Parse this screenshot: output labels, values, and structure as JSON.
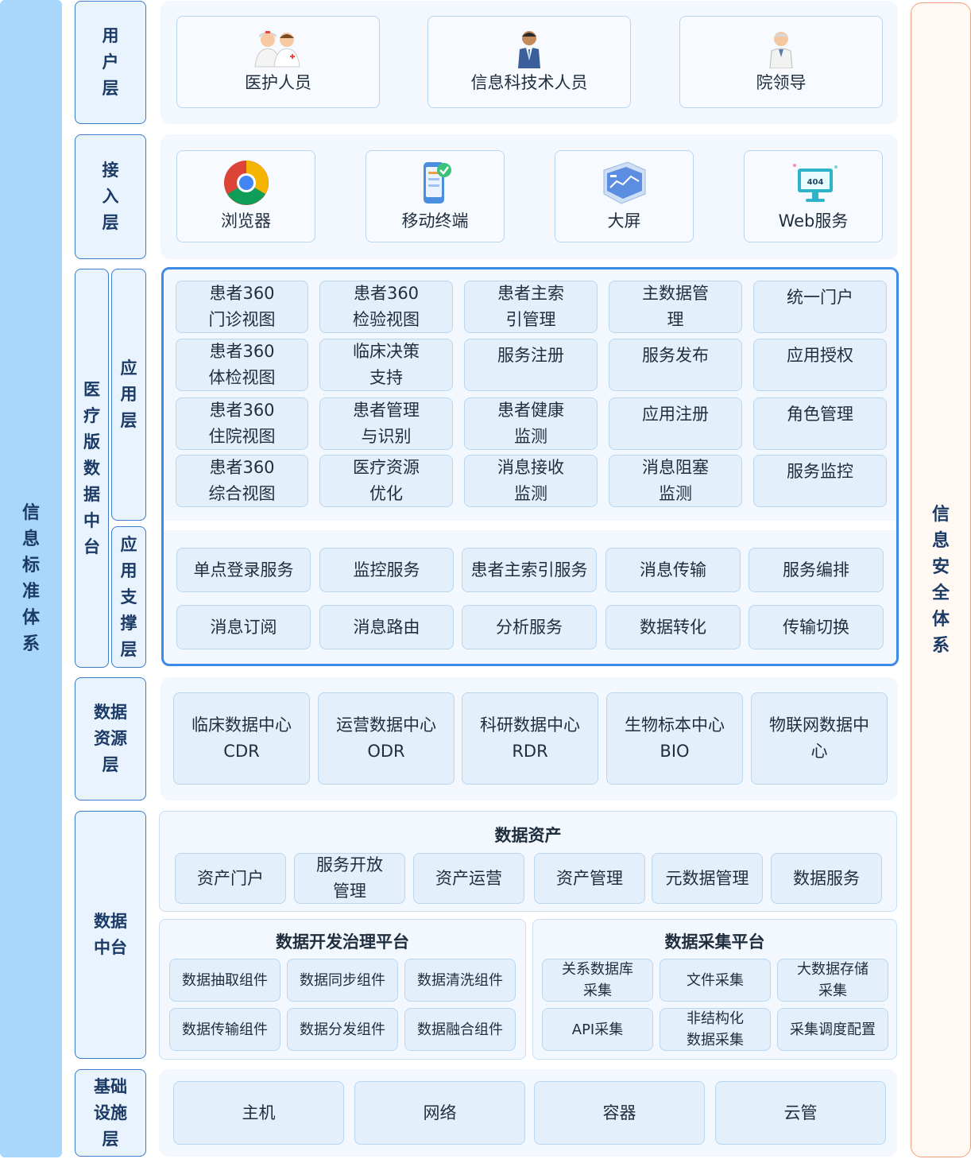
{
  "side": {
    "left_label": [
      "信",
      "息",
      "标",
      "准",
      "体",
      "系"
    ],
    "right_label": [
      "信",
      "息",
      "安",
      "全",
      "体",
      "系"
    ]
  },
  "layers": {
    "user": [
      "用",
      "户",
      "层"
    ],
    "access": [
      "接",
      "入",
      "层"
    ],
    "medical_platform": [
      "医",
      "疗",
      "版",
      "数",
      "据",
      "中",
      "台"
    ],
    "application": [
      "应",
      "用",
      "层"
    ],
    "app_support": [
      "应",
      "用",
      "支",
      "撑",
      "层"
    ],
    "data_resource": [
      "数据",
      "资源",
      "层"
    ],
    "data_platform": [
      "数据",
      "中台"
    ],
    "infrastructure": [
      "基础",
      "设施",
      "层"
    ]
  },
  "user_layer": [
    {
      "label": "医护人员",
      "icon": "medical-staff-icon"
    },
    {
      "label": "信息科技术人员",
      "icon": "technician-icon"
    },
    {
      "label": "院领导",
      "icon": "hospital-leader-icon"
    }
  ],
  "access_layer": [
    {
      "label": "浏览器",
      "icon": "browser-icon"
    },
    {
      "label": "移动终端",
      "icon": "mobile-terminal-icon"
    },
    {
      "label": "大屏",
      "icon": "large-screen-icon"
    },
    {
      "label": "Web服务",
      "icon": "web-service-icon"
    }
  ],
  "application_layer": [
    [
      "患者360",
      "门诊视图"
    ],
    [
      "患者360",
      "检验视图"
    ],
    [
      "患者主索",
      "引管理"
    ],
    [
      "主数据管",
      "理"
    ],
    [
      "统一门户"
    ],
    [
      "患者360",
      "体检视图"
    ],
    [
      "临床决策",
      "支持"
    ],
    [
      "服务注册"
    ],
    [
      "服务发布"
    ],
    [
      "应用授权"
    ],
    [
      "患者360",
      "住院视图"
    ],
    [
      "患者管理",
      "与识别"
    ],
    [
      "患者健康",
      "监测"
    ],
    [
      "应用注册"
    ],
    [
      "角色管理"
    ],
    [
      "患者360",
      "综合视图"
    ],
    [
      "医疗资源",
      "优化"
    ],
    [
      "消息接收",
      "监测"
    ],
    [
      "消息阻塞",
      "监测"
    ],
    [
      "服务监控"
    ]
  ],
  "app_support_layer": [
    "单点登录服务",
    "监控服务",
    "患者主索引服务",
    "消息传输",
    "服务编排",
    "消息订阅",
    "消息路由",
    "分析服务",
    "数据转化",
    "传输切换"
  ],
  "data_resource_layer": [
    [
      "临床数据中心",
      "CDR"
    ],
    [
      "运营数据中心",
      "ODR"
    ],
    [
      "科研数据中心",
      "RDR"
    ],
    [
      "生物标本中心",
      "BIO"
    ],
    [
      "物联网数据中",
      "心"
    ]
  ],
  "data_assets": {
    "title": "数据资产",
    "items": [
      [
        "资产门户"
      ],
      [
        "服务开放",
        "管理"
      ],
      [
        "资产运营"
      ],
      [
        "资产管理"
      ],
      [
        "元数据管理"
      ],
      [
        "数据服务"
      ]
    ]
  },
  "dev_platform": {
    "title": "数据开发治理平台",
    "items": [
      "数据抽取组件",
      "数据同步组件",
      "数据清洗组件",
      "数据传输组件",
      "数据分发组件",
      "数据融合组件"
    ]
  },
  "collect_platform": {
    "title": "数据采集平台",
    "items": [
      [
        "关系数据库",
        "采集"
      ],
      [
        "文件采集"
      ],
      [
        "大数据存储",
        "采集"
      ],
      [
        "API采集"
      ],
      [
        "非结构化",
        "数据采集"
      ],
      [
        "采集调度配置"
      ]
    ]
  },
  "infrastructure_layer": [
    "主机",
    "网络",
    "容器",
    "云管"
  ]
}
